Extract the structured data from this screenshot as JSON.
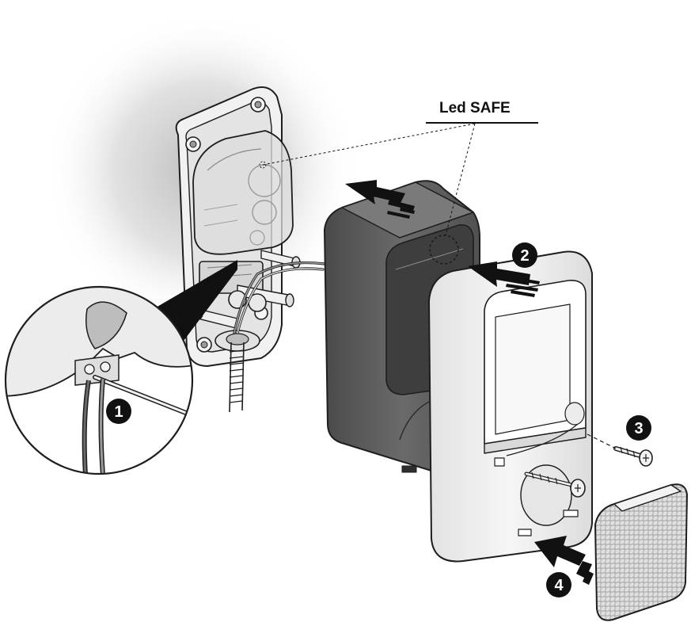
{
  "callout": {
    "label": "Led SAFE"
  },
  "steps": [
    {
      "number": "1"
    },
    {
      "number": "2"
    },
    {
      "number": "3"
    },
    {
      "number": "4"
    }
  ],
  "colors": {
    "background": "#ffffff",
    "glow": "#c9c9c9",
    "dark_module": "#5a5a5a",
    "cover": "#efefef",
    "outline": "#1e1e1e",
    "badge": "#111111"
  }
}
